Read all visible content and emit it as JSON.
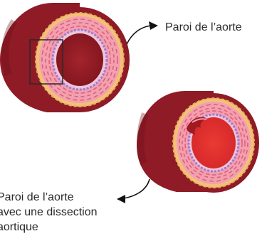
{
  "labels": {
    "healthy": "Paroi de l’aorte",
    "dissection": {
      "line1": "Paroi de l’aorte",
      "line2": "avec une dissection",
      "line3": "aortique"
    }
  },
  "colors": {
    "adventitia": "#8e1b26",
    "adventitia_dark": "#6e1019",
    "wall_outer": "#f2c078",
    "media": "#f2a0b0",
    "media_stripe": "#e0607a",
    "intima": "#9b7ad6",
    "lumen": "#9e1f28",
    "lumen_dissection": "#e0302e",
    "tear": "#a01a22",
    "arrow": "#111111"
  }
}
